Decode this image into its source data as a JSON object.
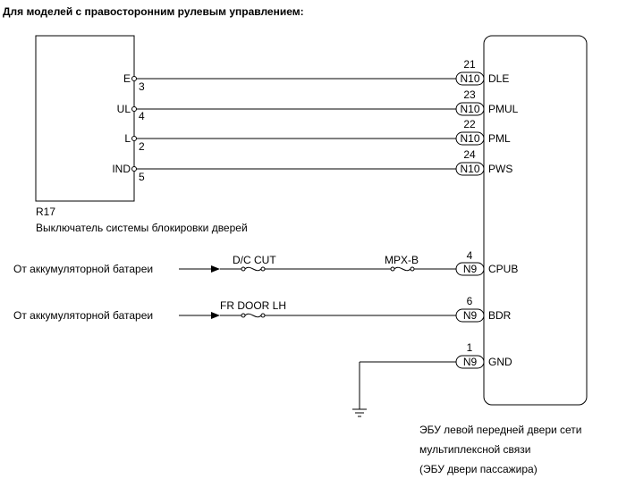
{
  "title": "Для моделей с правосторонним рулевым управлением:",
  "switch": {
    "id": "R17",
    "name": "Выключатель системы блокировки дверей",
    "pins": [
      {
        "label": "E",
        "num": "3"
      },
      {
        "label": "UL",
        "num": "4"
      },
      {
        "label": "L",
        "num": "2"
      },
      {
        "label": "IND",
        "num": "5"
      }
    ]
  },
  "ecu": {
    "name_line1": "ЭБУ левой передней двери сети",
    "name_line2": "мультиплексной связи",
    "name_line3": "(ЭБУ двери пассажира)",
    "pins": [
      {
        "num": "21",
        "conn": "N10",
        "label": "DLE"
      },
      {
        "num": "23",
        "conn": "N10",
        "label": "PMUL"
      },
      {
        "num": "22",
        "conn": "N10",
        "label": "PML"
      },
      {
        "num": "24",
        "conn": "N10",
        "label": "PWS"
      },
      {
        "num": "4",
        "conn": "N9",
        "label": "CPUB"
      },
      {
        "num": "6",
        "conn": "N9",
        "label": "BDR"
      },
      {
        "num": "1",
        "conn": "N9",
        "label": "GND"
      }
    ]
  },
  "battery_feeds": [
    {
      "label": "От аккумуляторной батареи",
      "fuses": [
        "D/C CUT",
        "MPX-B"
      ]
    },
    {
      "label": "От аккумуляторной батареи",
      "fuses": [
        "FR DOOR LH"
      ]
    }
  ]
}
